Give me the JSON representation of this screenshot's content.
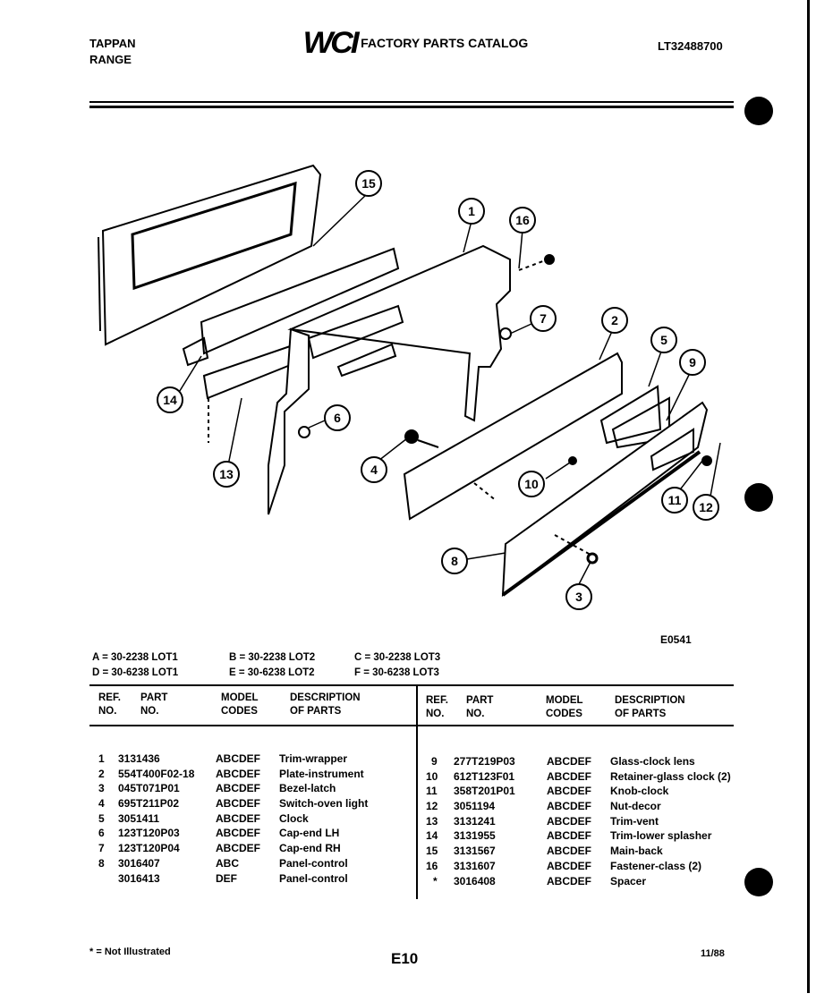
{
  "header": {
    "brand": "TAPPAN",
    "product": "RANGE",
    "logo": "WCI",
    "title": "FACTORY PARTS CATALOG",
    "catalog_number": "LT32488700"
  },
  "diagram": {
    "figure_code": "E0541",
    "callouts": [
      "1",
      "2",
      "3",
      "4",
      "5",
      "6",
      "7",
      "8",
      "9",
      "10",
      "11",
      "12",
      "13",
      "14",
      "15",
      "16"
    ]
  },
  "model_key": [
    {
      "label": "A = 30-2238 LOT1"
    },
    {
      "label": "B = 30-2238 LOT2"
    },
    {
      "label": "C = 30-2238 LOT3"
    },
    {
      "label": "D = 30-6238 LOT1"
    },
    {
      "label": "E = 30-6238 LOT2"
    },
    {
      "label": "F = 30-6238 LOT3"
    }
  ],
  "table": {
    "headers": {
      "ref_1": "REF.",
      "ref_2": "NO.",
      "part_1": "PART",
      "part_2": "NO.",
      "model_1": "MODEL",
      "model_2": "CODES",
      "desc_1": "DESCRIPTION",
      "desc_2": "OF PARTS"
    },
    "left_rows": [
      {
        "ref": "1",
        "part": "3131436",
        "codes": "ABCDEF",
        "desc": "Trim-wrapper"
      },
      {
        "ref": "2",
        "part": "554T400F02-18",
        "codes": "ABCDEF",
        "desc": "Plate-instrument"
      },
      {
        "ref": "3",
        "part": "045T071P01",
        "codes": "ABCDEF",
        "desc": "Bezel-latch"
      },
      {
        "ref": "4",
        "part": "695T211P02",
        "codes": "ABCDEF",
        "desc": "Switch-oven light"
      },
      {
        "ref": "5",
        "part": "3051411",
        "codes": "ABCDEF",
        "desc": "Clock"
      },
      {
        "ref": "6",
        "part": "123T120P03",
        "codes": "ABCDEF",
        "desc": "Cap-end LH"
      },
      {
        "ref": "7",
        "part": "123T120P04",
        "codes": "ABCDEF",
        "desc": "Cap-end RH"
      },
      {
        "ref": "8",
        "part": "3016407",
        "codes": "ABC",
        "desc": "Panel-control"
      },
      {
        "ref": "",
        "part": "3016413",
        "codes": "DEF",
        "desc": "Panel-control"
      }
    ],
    "right_rows": [
      {
        "ref": "9",
        "part": "277T219P03",
        "codes": "ABCDEF",
        "desc": "Glass-clock lens"
      },
      {
        "ref": "10",
        "part": "612T123F01",
        "codes": "ABCDEF",
        "desc": "Retainer-glass clock (2)"
      },
      {
        "ref": "11",
        "part": "358T201P01",
        "codes": "ABCDEF",
        "desc": "Knob-clock"
      },
      {
        "ref": "12",
        "part": "3051194",
        "codes": "ABCDEF",
        "desc": "Nut-decor"
      },
      {
        "ref": "13",
        "part": "3131241",
        "codes": "ABCDEF",
        "desc": "Trim-vent"
      },
      {
        "ref": "14",
        "part": "3131955",
        "codes": "ABCDEF",
        "desc": "Trim-lower splasher"
      },
      {
        "ref": "15",
        "part": "3131567",
        "codes": "ABCDEF",
        "desc": "Main-back"
      },
      {
        "ref": "16",
        "part": "3131607",
        "codes": "ABCDEF",
        "desc": "Fastener-class (2)"
      },
      {
        "ref": "*",
        "part": "3016408",
        "codes": "ABCDEF",
        "desc": "Spacer"
      }
    ]
  },
  "footer": {
    "note": "* = Not Illustrated",
    "page": "E10",
    "date": "11/88"
  }
}
